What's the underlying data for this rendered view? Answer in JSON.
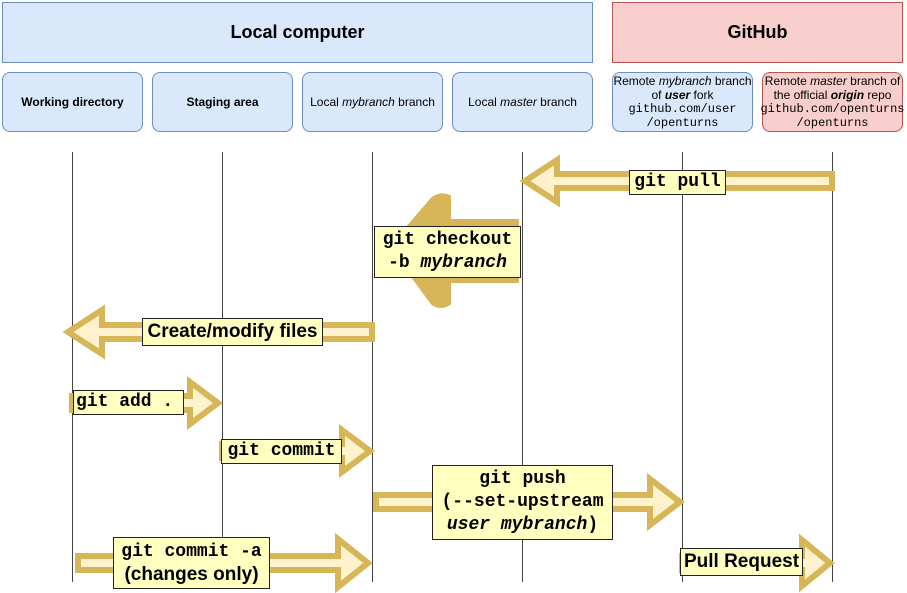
{
  "groups": {
    "local": "Local computer",
    "github": "GitHub"
  },
  "columns": {
    "working": "Working directory",
    "staging": "Staging area",
    "local_mybranch": {
      "pre": "Local ",
      "em": "mybranch",
      "post": " branch"
    },
    "local_master": {
      "pre": "Local ",
      "em": "master",
      "post": " branch"
    },
    "remote_fork": {
      "line1_pre": "Remote ",
      "line1_em": "mybranch",
      "line1_post": " branch",
      "line2_pre": "of ",
      "line2_em": "user",
      "line2_post": " fork",
      "url1": "github.com/user",
      "url2": "/openturns"
    },
    "remote_origin": {
      "line1_pre": "Remote ",
      "line1_em": "master",
      "line1_post": " branch of",
      "line2_pre": "the official ",
      "line2_em": "origin",
      "line2_post": " repo",
      "url1": "github.com/openturns",
      "url2": "/openturns"
    }
  },
  "commands": {
    "pull": "git pull",
    "checkout_line1": "git checkout",
    "checkout_line2_pre": "-b ",
    "checkout_line2_em": "mybranch",
    "create_files": "Create/modify files",
    "add": "git add .",
    "commit": "git commit",
    "push_line1": "git push",
    "push_line2": "(--set-upstream",
    "push_line3_em": "user mybranch",
    "push_line3_post": ")",
    "commit_a_line1": "git commit -a",
    "commit_a_line2": "(changes only)",
    "pull_request": "Pull Request"
  },
  "colors": {
    "arrow_fill": "#fff2cc",
    "arrow_stroke": "#d6b656",
    "label_bg": "#ffffc0",
    "local_fill": "#dae8fc",
    "local_stroke": "#6c8ebf",
    "github_fill": "#f8cecc",
    "github_stroke": "#b85450"
  }
}
